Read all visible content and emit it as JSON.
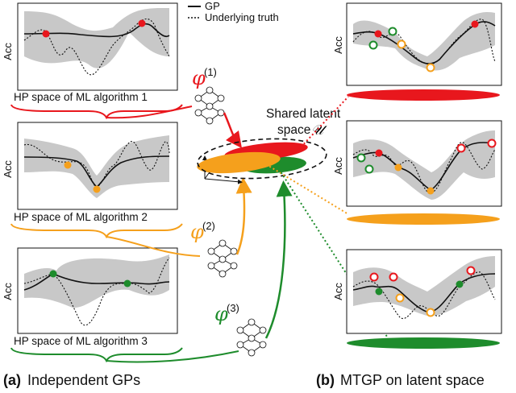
{
  "legend": {
    "gp": "GP",
    "truth": "Underlying truth"
  },
  "left_panels": [
    {
      "ylabel": "Acc",
      "xlabel": "HP space of ML algorithm 1",
      "color": "#e8171d"
    },
    {
      "ylabel": "Acc",
      "xlabel": "HP space of ML algorithm 2",
      "color": "#f5a01c"
    },
    {
      "ylabel": "Acc",
      "xlabel": "HP space of ML algorithm 3",
      "color": "#1e8c2c"
    }
  ],
  "right_panels": [
    {
      "ylabel": "Acc"
    },
    {
      "ylabel": "Acc"
    },
    {
      "ylabel": "Acc"
    }
  ],
  "mappings": [
    {
      "symbol": "φ",
      "superscript": "(1)",
      "color": "#e8171d"
    },
    {
      "symbol": "φ",
      "superscript": "(2)",
      "color": "#f5a01c"
    },
    {
      "symbol": "φ",
      "superscript": "(3)",
      "color": "#1e8c2c"
    }
  ],
  "latent": {
    "line1": "Shared latent",
    "line2": "space",
    "symbol": "𝒰"
  },
  "captions": {
    "a_tag": "(a)",
    "a_text": "Independent GPs",
    "b_tag": "(b)",
    "b_text": "MTGP on latent space"
  },
  "colors": {
    "red": "#e8171d",
    "orange": "#f5a01c",
    "green": "#1e8c2c",
    "band": "#c8c8c8"
  }
}
